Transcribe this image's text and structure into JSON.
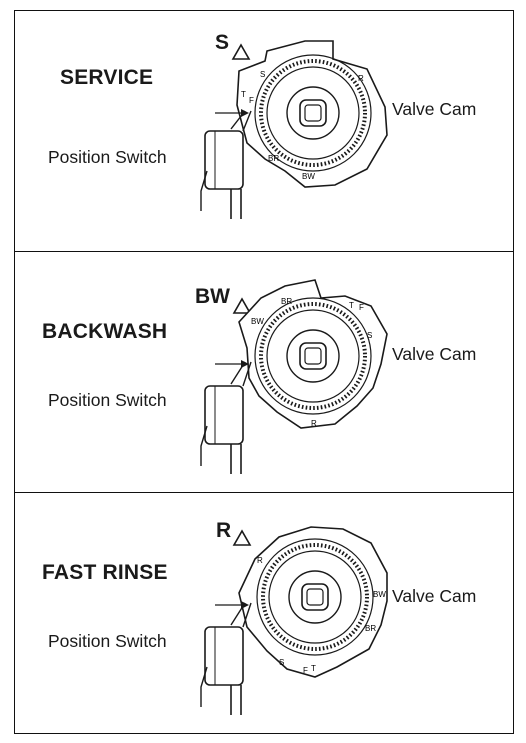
{
  "panels": [
    {
      "mode": "SERVICE",
      "position_letter": "S",
      "valve_cam_label": "Valve Cam",
      "switch_label": "Position Switch",
      "cam_marks": [
        "S",
        "R",
        "BW",
        "BR",
        "F",
        "T"
      ]
    },
    {
      "mode": "BACKWASH",
      "position_letter": "BW",
      "valve_cam_label": "Valve Cam",
      "switch_label": "Position Switch",
      "cam_marks": [
        "BW",
        "BR",
        "T",
        "F",
        "S",
        "R"
      ]
    },
    {
      "mode": "FAST RINSE",
      "position_letter": "R",
      "valve_cam_label": "Valve Cam",
      "switch_label": "Position Switch",
      "cam_marks": [
        "R",
        "BW",
        "BR",
        "T",
        "F",
        "S"
      ]
    }
  ],
  "icons": {
    "pointer": "triangle-pointer-icon",
    "arrow": "arrow-right-icon"
  },
  "colors": {
    "line": "#1a1a1a",
    "background": "#ffffff"
  }
}
